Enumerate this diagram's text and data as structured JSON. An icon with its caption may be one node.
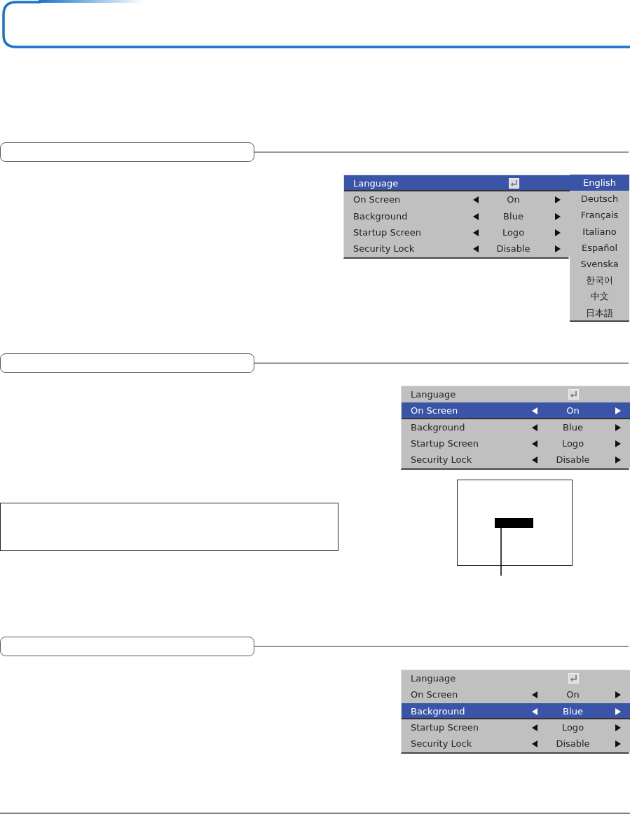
{
  "diagram": {
    "nodes": [
      {
        "text": [],
        "shape": "box"
      },
      {
        "text": [],
        "shape": "box"
      },
      {
        "text": [],
        "shape": "box"
      },
      {
        "text": [
          "Language"
        ],
        "in": 2
      },
      {
        "text": [
          "On Screen",
          "On"
        ],
        "in": 2
      },
      {
        "text": [
          "Background",
          "Blue"
        ],
        "in": 2
      },
      {
        "text": [
          "Startup Screen",
          "Logo"
        ],
        "in": 2
      },
      {
        "text": [
          "Security Lock",
          "Disable"
        ],
        "in": 2
      },
      {
        "text": [
          "English",
          "Deutsch",
          "Français",
          "Italiano",
          "Español",
          "Svenska",
          "한국어",
          "中文",
          "日本語"
        ]
      },
      {
        "text": [],
        "shape": "box"
      },
      {
        "text": [],
        "shape": "box"
      },
      {
        "text": [
          "Language"
        ],
        "in": 10
      },
      {
        "text": [
          "On Screen",
          "On"
        ],
        "in": 10
      },
      {
        "text": [
          "Background",
          "Blue"
        ],
        "in": 10
      },
      {
        "text": [
          "Startup Screen",
          "Logo"
        ],
        "in": 10
      },
      {
        "text": [
          "Security Lock",
          "Disable"
        ],
        "in": 10
      },
      {
        "text": [],
        "shape": "box"
      },
      {
        "text": [],
        "shape": "box"
      },
      {
        "text": [],
        "shape": "bar",
        "in": 17
      },
      {
        "text": [],
        "shape": "box"
      },
      {
        "text": [],
        "shape": "box"
      },
      {
        "text": [
          "Language"
        ],
        "in": 20
      },
      {
        "text": [
          "On Screen",
          "On"
        ],
        "in": 20
      },
      {
        "text": [
          "Background",
          "Blue"
        ],
        "in": 20
      },
      {
        "text": [
          "Startup Screen",
          "Logo"
        ],
        "in": 20
      },
      {
        "text": [
          "Security Lock",
          "Disable"
        ],
        "in": 20
      }
    ],
    "edges": [
      {
        "from": null,
        "to": 18,
        "arrow": "none"
      }
    ]
  }
}
